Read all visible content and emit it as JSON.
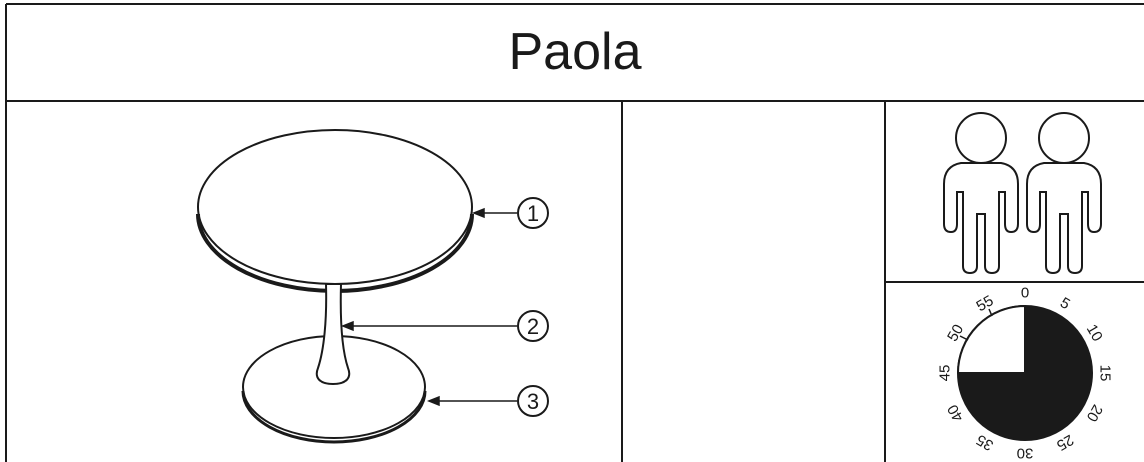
{
  "document": {
    "title": "Paola",
    "part_callouts": [
      {
        "number": "1",
        "part": "table-top-icon"
      },
      {
        "number": "2",
        "part": "pedestal-column-icon"
      },
      {
        "number": "3",
        "part": "round-base-icon"
      }
    ],
    "people_icon": "two-person-icon",
    "timer_icon": "assembly-time-clock-icon",
    "clock_labels": [
      "0",
      "5",
      "10",
      "15",
      "20",
      "25",
      "30",
      "35",
      "40",
      "45",
      "50",
      "55"
    ],
    "assembly_time_minutes": 45
  }
}
